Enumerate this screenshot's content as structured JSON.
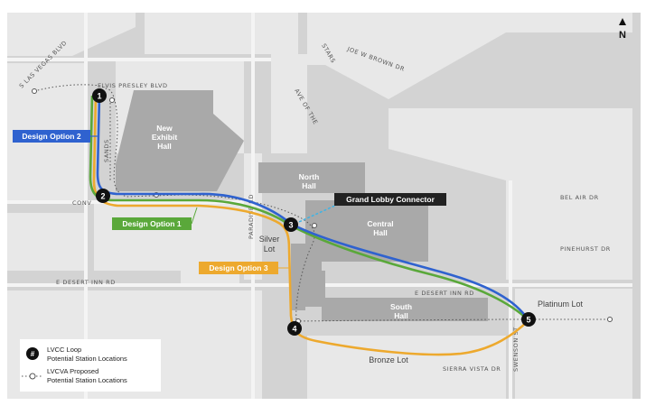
{
  "map": {
    "streets": {
      "las_vegas_blvd": "S LAS VEGAS BLVD",
      "elvis_presley": "ELVIS PRESLEY BLVD",
      "paradise": "PARADISE RD",
      "joe_w_brown": "JOE W BROWN DR",
      "ave_of_the_stars": "AVE OF THE",
      "ave_of_the_stars_2": "STARS",
      "bel_air": "BEL AIR DR",
      "pinehurst": "PINEHURST DR",
      "desert_inn_west": "E DESERT INN RD",
      "desert_inn_east": "E DESERT INN RD",
      "sierra_vista": "SIERRA VISTA DR",
      "swenson": "SWENSON ST",
      "convention_center": "CONV",
      "sands": "SANDS"
    },
    "buildings": {
      "new_exhibit": [
        "New",
        "Exhibit",
        "Hall"
      ],
      "north_hall": [
        "North",
        "Hall"
      ],
      "central_hall": [
        "Central",
        "Hall"
      ],
      "south_hall": [
        "South",
        "Hall"
      ]
    },
    "lots": {
      "silver": [
        "Silver",
        "Lot"
      ],
      "platinum": "Platinum Lot",
      "bronze": "Bronze Lot"
    },
    "design_options": [
      {
        "label": "Design Option 2",
        "color": "#2f62cf"
      },
      {
        "label": "Design Option 1",
        "color": "#5aa83a"
      },
      {
        "label": "Design Option 3",
        "color": "#eda92e"
      }
    ],
    "connector_label": "Grand Lobby Connector",
    "stations": [
      "1",
      "2",
      "3",
      "4",
      "5"
    ],
    "north_arrow": "N",
    "legend": {
      "loop_symbol": "#",
      "loop_line1": "LVCC Loop",
      "loop_line2": "Potential Station Locations",
      "proposed_line1": "LVCVA Proposed",
      "proposed_line2": "Potential Station Locations"
    },
    "colors": {
      "background": "#d6d6d6",
      "block": "#e9e9e9",
      "building": "#a8a8a8",
      "connector": "#3cb4e6"
    }
  }
}
